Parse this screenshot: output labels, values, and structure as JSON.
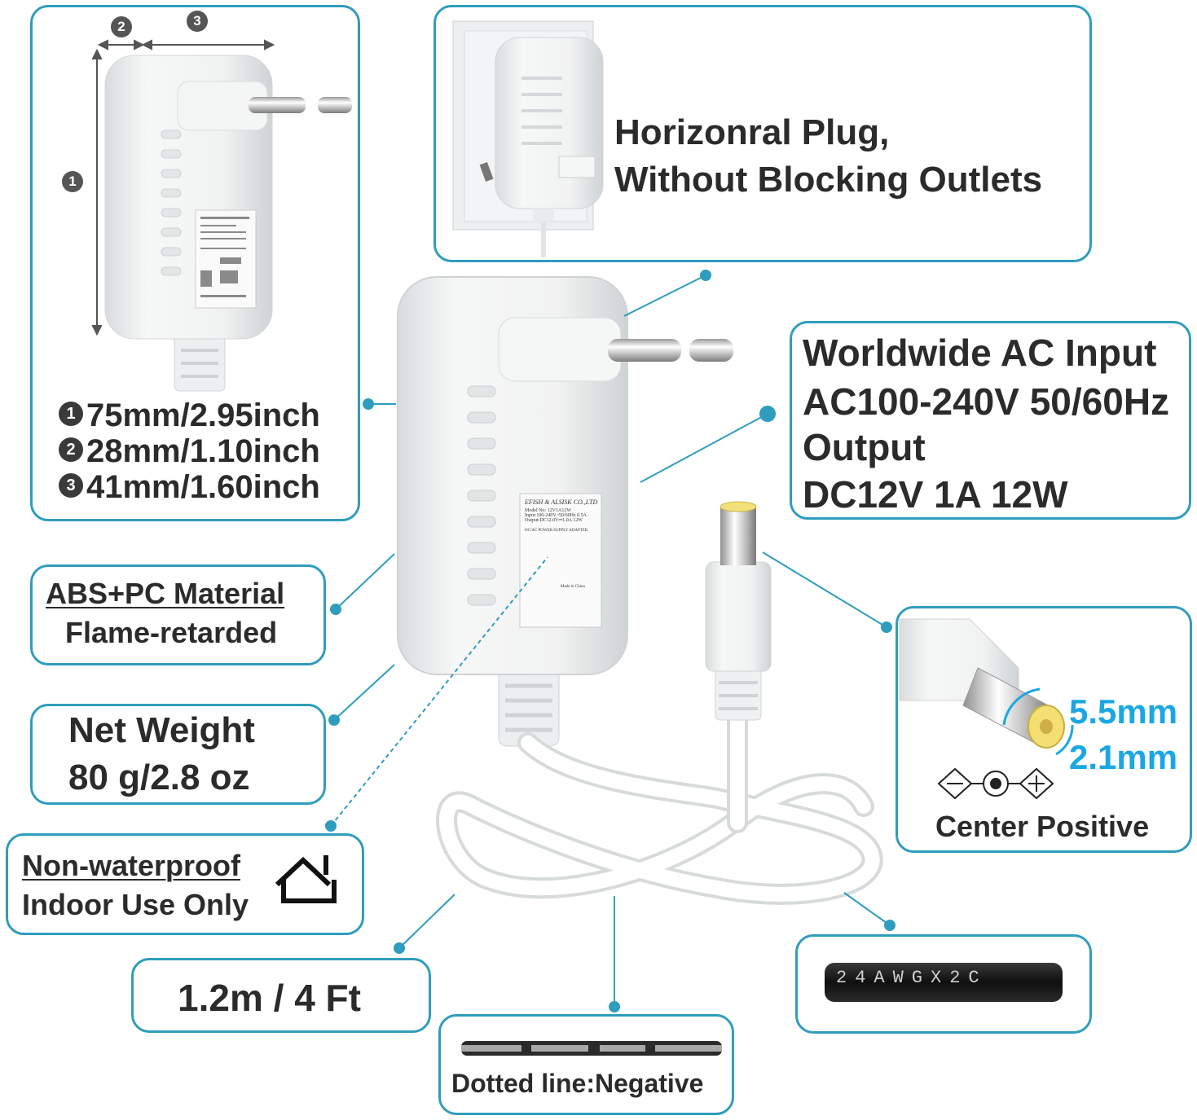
{
  "dimensions": {
    "marker_1": "1",
    "marker_2": "2",
    "marker_3": "3",
    "height": "75mm/2.95inch",
    "depth": "28mm/1.10inch",
    "width": "41mm/1.60inch"
  },
  "plug": {
    "line1": "Horizonral Plug,",
    "line2": "Without Blocking Outlets"
  },
  "io": {
    "line1": "Worldwide AC Input",
    "line2": "AC100-240V 50/60Hz",
    "line3": "Output",
    "line4": "DC12V 1A 12W"
  },
  "material": {
    "line1": "ABS+PC Material",
    "line2": "Flame-retarded"
  },
  "weight": {
    "line1": "Net Weight",
    "line2": "80 g/2.8 oz"
  },
  "waterproof": {
    "line1": "Non-waterproof",
    "line2": "Indoor Use Only"
  },
  "connector": {
    "outer": "5.5mm",
    "inner": "2.1mm",
    "polarity": "Center Positive"
  },
  "cable": {
    "length": "1.2m / 4 Ft",
    "marking": "24AWGX2C",
    "negative": "Dotted line:Negative"
  },
  "label": {
    "brand": "EFISH & ALSISK CO.,LTD",
    "model": "Model No: 12V1A12W",
    "input": "Input:100-240V~50/60Hz 0.5A",
    "output": "Output:DC12.0V⎓1.0A 12W",
    "type": "DC/AC POWER SUPPLY ADAPTER",
    "origin": "Made in China"
  },
  "colors": {
    "accent": "#2f9dbd",
    "highlight": "#1aa7e4",
    "text": "#2b2b2b"
  }
}
